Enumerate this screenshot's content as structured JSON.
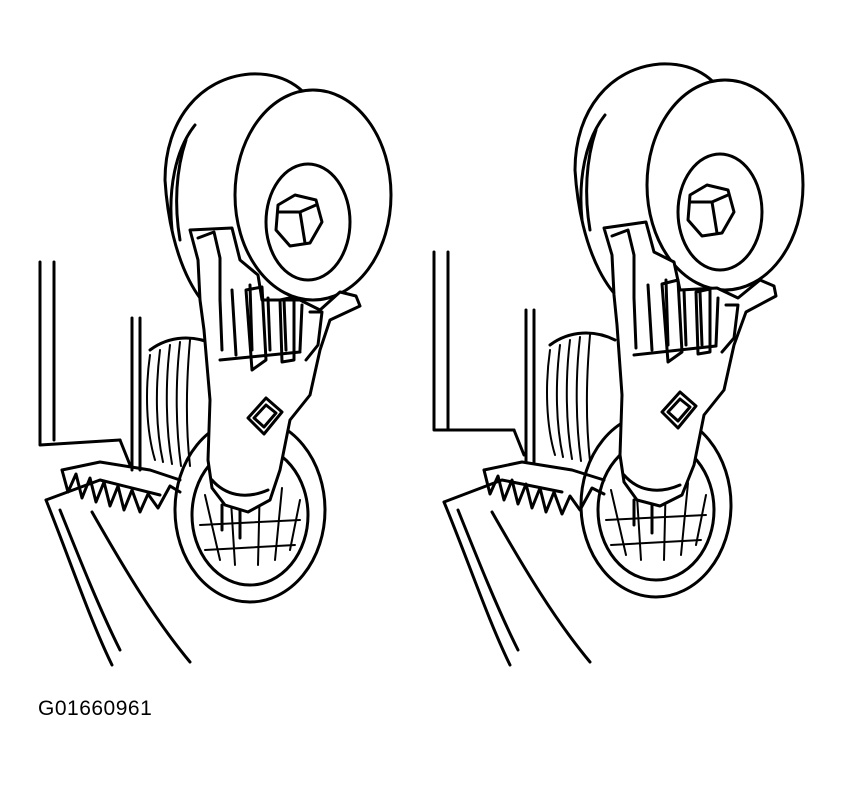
{
  "figure": {
    "code": "G01660961",
    "ink_color": "#000000",
    "background_color": "#ffffff",
    "panels": [
      {
        "position": "left",
        "content": "belt-tensioner-pulley-drawing"
      },
      {
        "position": "right",
        "content": "belt-tensioner-pulley-drawing"
      }
    ]
  }
}
